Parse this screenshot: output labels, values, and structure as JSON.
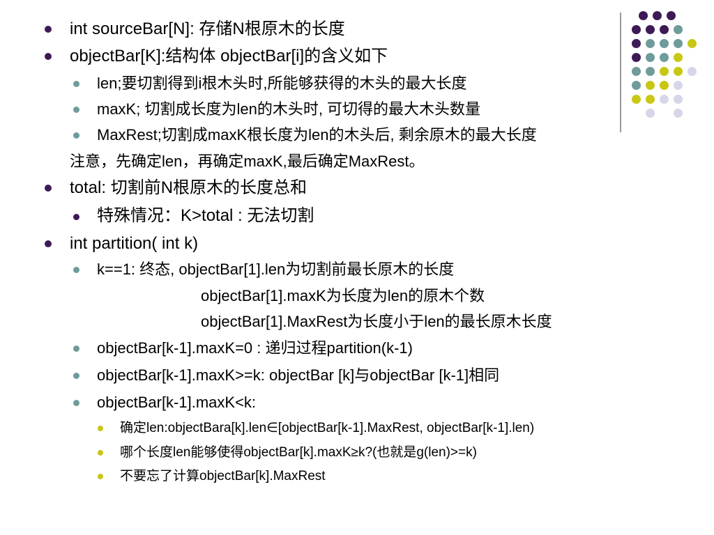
{
  "lines": [
    "int sourceBar[N]: 存储N根原木的长度",
    "objectBar[K]:结构体 objectBar[i]的含义如下",
    "len;要切割得到i根木头时,所能够获得的木头的最大长度",
    "maxK; 切割成长度为len的木头时, 可切得的最大木头数量",
    "MaxRest;切割成maxK根长度为len的木头后, 剩余原木的最大长度",
    "注意，先确定len，再确定maxK,最后确定MaxRest。",
    "total: 切割前N根原木的长度总和",
    "特殊情况：K>total : 无法切割",
    "int partition( int k)",
    "k==1: 终态, objectBar[1].len为切割前最长原木的长度",
    "objectBar[1].maxK为长度为len的原木个数",
    "objectBar[1].MaxRest为长度小于len的最长原木长度",
    "objectBar[k-1].maxK=0 : 递归过程partition(k-1)",
    "objectBar[k-1].maxK>=k: objectBar [k]与objectBar [k-1]相同",
    "objectBar[k-1].maxK<k:",
    "确定len:objectBara[k].len∈[objectBar[k-1].MaxRest, objectBar[k-1].len)",
    "哪个长度len能够使得objectBar[k].maxK≥k?(也就是g(len)>=k)",
    "不要忘了计算objectBar[k].MaxRest"
  ],
  "colors": {
    "purple": "#3d1a55",
    "teal": "#6f9b9b",
    "yellow": "#c8c814",
    "lavender": "#d6d6ea",
    "divider": "#9a9a9a"
  }
}
